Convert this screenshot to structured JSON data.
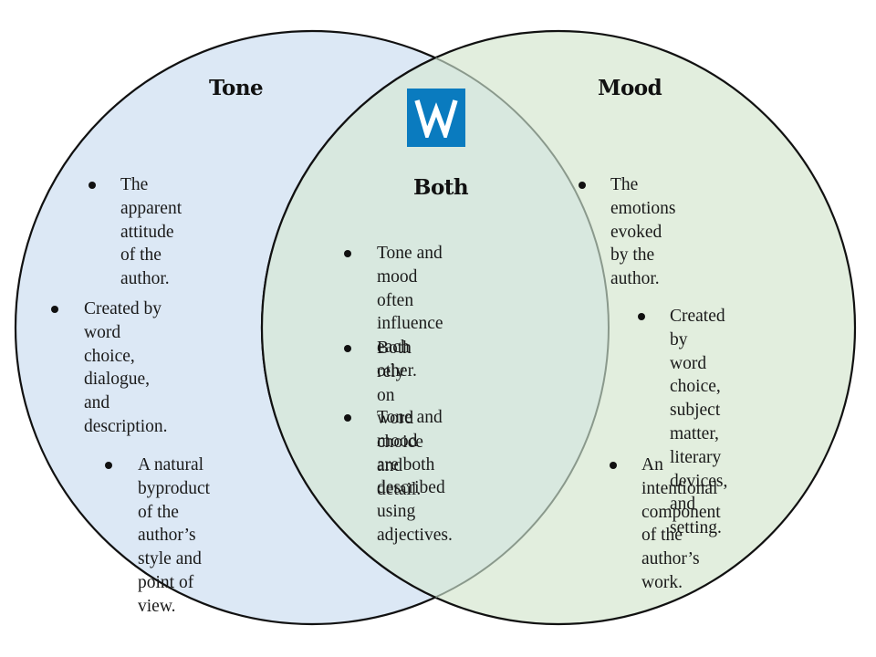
{
  "diagram": {
    "type": "venn",
    "colors": {
      "left_fill": "#dce8f5",
      "right_fill": "#e2eede",
      "overlap_fill": "#d8e8df",
      "outline": "#111111",
      "logo_bg": "#0a7bbf",
      "logo_fg": "#ffffff"
    },
    "logo": {
      "icon": "w-logo-icon",
      "letter": "W"
    },
    "left": {
      "title": "Tone",
      "items": [
        "The apparent\nattitude of the\nauthor.",
        "Created by word\nchoice, dialogue,\nand description.",
        "A natural\nbyproduct of the\nauthor’s style and\npoint of view."
      ]
    },
    "center": {
      "title": "Both",
      "items": [
        "Tone and mood\noften influence\neach other.",
        "Both rely on word\nchoice and detail.",
        "Tone and mood\nare both described\nusing adjectives."
      ]
    },
    "right": {
      "title": "Mood",
      "items": [
        "The emotions evoked\nby the author.",
        "Created by word\nchoice, subject\nmatter, literary\ndevices, and\nsetting.",
        "An intentional\ncomponent of the\nauthor’s work."
      ]
    }
  }
}
